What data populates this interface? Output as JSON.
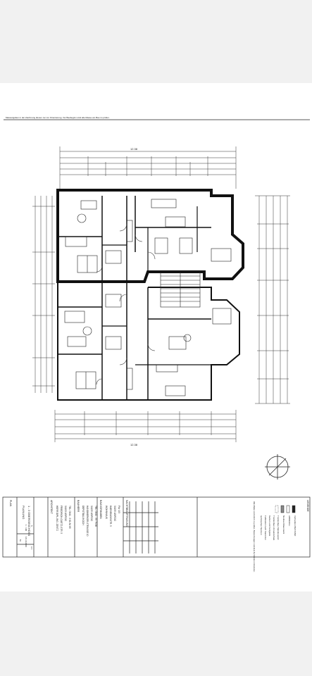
{
  "document": {
    "header_note": "Massangaben in der Zeichnung dienen nur zur Orientierung. Vor Baubeginn sind alle Masse am Bau zu prüfen.",
    "dimension_top": "12.38",
    "dimension_bottom": "12.38",
    "title_block": {
      "plan_label": "PLAN",
      "planning_label": "PLANUNG",
      "architect_label": "ARCHITEKT",
      "owner_label": "BAUHERR",
      "investor_label": "BAUVORHABEN",
      "plan_title": "1 - 3 OBERGESCHOSS",
      "architect_text": [
        "HERR DIPL-ING. ZENTZ",
        "FRIEDRICH-GUETZ-STR. 5",
        "04103 LEIPZIG",
        "TEL: 0341 - 9 61 84 85"
      ],
      "owner_text": [
        "DEPOTBAU KOCH",
        "HANDWERKER-STRASSE 10",
        "04155 LEIPZIG",
        "TEL: 0341 - 55 78 36"
      ],
      "project_text": [
        "WOHNHAUS",
        "HAENEKANNSTR. 5",
        "04155 LEIPZIG",
        "Flur 1/3"
      ],
      "project_stamp": "NACHTBEAUFTRAGUNG",
      "scale_label": "M.",
      "scale_value": "1 : 100",
      "date": "18.10.2006",
      "sheet_no": "A 1",
      "index": "5"
    },
    "legend_title": "LEGENDE",
    "legend_items": [
      "Vorhanden BESTAND",
      "ABBRUCH",
      "Neubau Mauerwerk",
      "Trockenbau Ständerwand",
      "Trockenbau Vorsatzschale",
      "Kanten und Fertigteile",
      "Fußboden nach Stand der",
      "technischen Normen"
    ],
    "legend_footnote": "Alle Maße sind örtlich zu prüfen. Abweichungen sind dem Architekten mitzuteilen."
  }
}
